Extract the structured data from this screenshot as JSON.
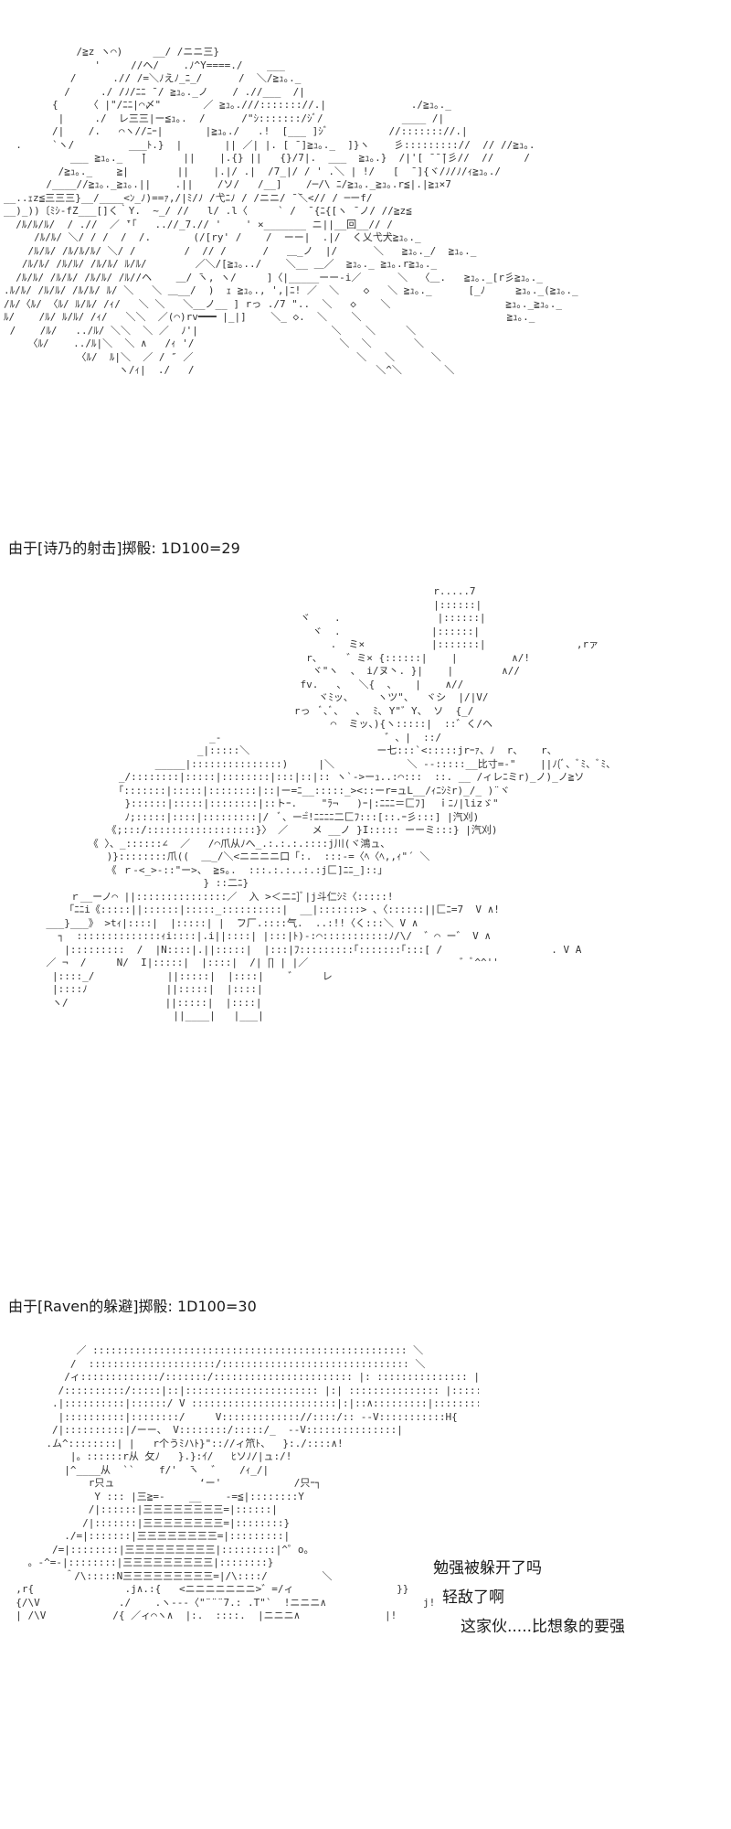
{
  "art": {
    "block1": "            /≧z ヽ⌒)     __/ /ニニ三}\n               '     //ヘ/    .ﾉ^Y====./    ___\n           /      .// /=＼ﾉえﾉ_ﾆ_/      /  ＼/≧ｭ｡._\n          /     ./ /ﾉ/ﾆﾆ ̄ / ≧ｭ｡._ノ    / .//___  /|\n        {     〈 |\"/ﾆﾆ|⌒〆\"       ／ ≧ｭ｡.///::::::://.|              ./≧ｭ｡._\n         |     ./  レ三三|ー≦ｭ｡.  /      /\"ｼ:::::::/ｼﾞ/             ____ /|\n        /|    /.   ⌒ヽ//ﾆｰ|       |≧ｭ｡./   .!  [___ ]ｼﾞ          //::::::://.|\n  .     `ヽ/         ___ﾄ.}  |       || ／| |. [ ̄ ]≧ｭ｡._  ]}ヽ    彡::::::::://  // //≧ｭ｡.\n           ___ ≧ｭ｡._   ̄|      ||    |.{} ||   {}/7|.  ___  ≧ｭ｡.}  /|'[ ̄ ̄ ̄|彡//  //     /\n         /≧ｭ｡._    ≧|        ||    |.|/ .|  /7_|/ / ' .＼ | !/   [  ̄ ]{ヾ/ﾉ/ﾉ/ｨ≧ｭ｡./\n       /____//≧ｭ｡._≧ｭ｡.||    .||    /ソ/   /__]    /─/\\ ﾆ/≧ｭ｡._≧ｭ｡.r≦|.|≧ｭ×7\n__..ｪz≦三三三}__/____<ﾝ_ﾉ)==ｧ,/|ﾐ/ﾉ /弋ﾆﾉ / /ニニ/ ̄ ̄＼<// / ─ーf/\n__)_))〔ﾐｼ-fZ___[]く｀Y.  ~_/ //   l/ .l〈     ` /  ̄ {ﾆ{[ヽ ̄ ノ/ //≧z≦\n  /ﾙ/ﾙ/ﾙ/  / .//  ／ ̄'｢   ..//_7.// '    ' ×_______ ニ||__回__// /\n     /ﾙ/ﾙ/ ＼/ / /  /  /.       (/[ry' /    /  ーー|  .|/  く乂弋犬≧ｭ｡._\n    /ﾙ/ﾙ/ /ﾙ/ﾙ/ﾙ/ ＼/ /        /  // /      /   ＿_ノ  |/      ＼   ≧ｭ｡._/  ≧ｭ｡._\n   /ﾙ/ﾙ/ /ﾙ/ﾙ/ /ﾙ/ﾙ/ ﾙ/ﾙ/        ／＼/[≧ｭ｡../    ＼__ ＿／  ≧ｭ｡._ ≧ｭ｡.r≧ｭ｡._\n  /ﾙ/ﾙ/ /ﾙ/ﾙ/ /ﾙ/ﾙ/ /ﾙ//ヘ    ＿/ ̄ヽ, ヽ/     ]〈|_____ーー-i／      ＼  〈＿.   ≧ｭ｡._[r彡≧ｭ｡._\n.ﾙ/ﾙ/ /ﾙ/ﾙ/ /ﾙ/ﾙ/ ﾙ/ ＼   ＼ ＿__/  )  ｪ ≧ｭ｡., ',|ﾆ! ／  ＼    ◇   ＼ ≧ｭ｡._      [_ﾉ     ≧ｭ｡._(≧ｭ｡._\n/ﾙ/〈ﾙ/ 〈ﾙ/ ﾙ/ﾙ/ /ｨ/   ＼ ＼   ＼__ノ__ ] rっ ./7 \"..  ＼   ◇    ＼                   ≧ｭ｡._≧ｭ｡._\nﾙ/    /ﾙ/ ﾙ/ﾙ/ /ｨ/   ＼＼  ／(⌒)rv━━━ |_|]    ＼_ ◇.  ＼    ＼                        ≧ｭ｡._\n /    /ﾙ/   ../ﾙ/ ＼＼  ＼ ／  ﾉ'|                      ＼    ＼     ＼\n    〈ﾙ/    ../ﾙ|＼  ＼ ∧   /ｨ '/                        ＼  ＼       ＼\n            〈ﾙ/  ﾙ|＼  ／ / ″ ／                           ＼   ＼      ＼\n                   ヽ/ｨ|  ./   /                              ＼^＼       ＼",
    "block2": "                                                                       r.....7\n                                                                       |::::::|\n                                                 ヾ    .                |::::::|\n                                                   ヾ  .               |::::::|\n                                                      .  ミ×           |:::::::|               ,rァ\n                                                  r、    ゛ミ× {::::::|    |         ∧/!\n                                                   ヾ\"ヽ  、 i/ヌ丶. }|    |        ∧//\n                                                 fv.   、  ＼{  、   |    ∧//\n                                                    ヾﾐッ、    ヽツ\"、  ヾシ  |/|V/\n                                                rっ  ﾞ､ﾞ、  ､  ﾐ､ Y\"゛Y、 ソ  {_/\n                                                      ⌒  ミッ、){ヽ:::::|  ::゛く/ヘ\n                                  _-                           ゛、|  ::/\n                                _|:::::＼                     ー七:::`<:::::jrｰｧ、ﾉ  r、   r、\n                         _____|:::::::::::::::)     |＼            ＼ ‐-:::::__比寸=-\"    ||ﾉ(ﾞ、ﾞﾐ、ﾞﾐ、\n                   _/::::::::|:::::|::::::::|:::|::|:: ヽ`‐>ーｭ..:⌒:::  ::. __ /ィレﾆミr)_ノ)_ノ≧ソ\n                   ｢:::::::|:::::|::::::::|::|ー=ﾆ__:::::_><::ーr=ュL__/ｨﾆｼﾐr)_/_ )¨ヾ\n                    }::::::|:::::|::::::::|::トｰ.    \"ﾗ¬   )ｰ|:ﾆﾆﾆ＝匚ﾌ]  ｉﾆﾉ|lizゞ\"\n                    ﾉ;:::::|::::|:::::::::|/  ﾞ、ー=゙!ﾆﾆﾆﾆ二匚ﾌ:::[::.ｰ彡:::] |汽刈)\n                 《;:::/::::::::::::::::::}〉 ／    メ __ノ }I::::: ーーミ:::} |汽刈)\n              《 〉、_::::::∠  ／   /⌒爪从ﾉへ_.:.:.:.::::j川(ヾ鴻ュ、\n                 )}::::::::爪((  ＿_/＼<ニニニニ口「:.  :::-=〈ﾍ〈ﾍ,,ｨ\"´ ＼\n                 《 ｒ-<_>-::\"ー>、 ≧s｡.  :::.:.:..:.:j匚]ﾆﾆ_]::」\n                                 } ::二ﾆ}\n           ｒ__ーノ⌒ ||:::::::::::::::／  入 >＜ニﾆ]ﾞ|j斗仁ｼﾐ〈:::::!\n          「ﾆﾆi《:::::||::::::|:::::_::::::::::|  __|:::::::> 、〈::::::||匚ﾆ=7  V ∧!\n       ___}___》 >tｨ|::::|  |:::::| |  ̄フ厂.::::气.  ..:!!〈く:::＼ V ∧\n         ┐  ::::::::::::::ｨi::::|.i||::::| |:::|ﾄ)-:⌒:::::::::::ﾉ/\\/  ゛⌒ ー゛ V ∧\n          |:::::::::  /  |N::::|.||:::::|  |:::|ﾌ:::::::::｢:::::::｢:::[ /                  . V A\n       ／ ¬  /     N/  I|:::::|  |::::|  /| ∏ | |／                         ゛ﾞ^^''\n        |::::_/            ||:::::|  |::::|    ゛    レ\n        |::::ﾉ             ||:::::|  |::::|\n        ヽ/                ||:::::|  |::::|\n                            ||____|   |___|",
    "block3": "            ／ :::::::::::::::::::::::::::::::::::::::::::::::::::: ＼\n           /  :::::::::::::::::::::/::::::::::::::::::::::::::::::: ＼\n          /ィ:::::::::::::/:::::::/::::::::::::::::::::::: |: ::::::::::::::: |::::::::: ＼\n         /::::::::::/:::::|::|:::::::::::::::::::::: |:| ::::::::::::::: |:::::::::: 〈\n        .|::::::::::|::::::/ V ::::::::::::::::::::::::|:|::∧:::::::::|::::::::::: |\n         |::::::::::|::::::::/     V::::::::::::://::::/:: --V:::::::::::H{\n        /|::::::::::|/ーー、 V::::::::/:::::/_  --V:::::::::::::::|\n       .ム^::::::::| |   r个うﾐハﾄ}\":://ィ笊ﾄ、  }:./::::∧!\n           |。::::::r从 攵ﾉ   }.}:ｲ/   ﾋソﾉ/|ュ:/!\n          |^____从  ``    f/'  ̄ヽ  ゛   /ｨ_/|\n              r只ュ              ‘ー'            /只ｰ┐\n               Y ::: |三≧=-    __    -=≦|::::::::Y\n              /|::::::|三三三三三三三三=|::::::|\n             /|:::::::|三三三三三三三三=|::::::::}\n          ./=|:::::::|三三三三三三三三=|:::::::::|\n        /=|::::::::|三三三三三三三三三|:::::::::|^゜o。\n    。-^=-|::::::::|三三三三三三三三三|::::::::}\n          ＾/\\:::::N三三三三三三三三三=|/\\::::/         ＼\n  ,r{               .j∧.:{   <ニニニニニニニ>゛=/ィ                 }}\n  {/\\V             ./    .ヽ-‐-〈\"¨¨¨7.: .T\"`  !ニニニ∧                j!\n  | /\\V           /{ ／ィ⌒ヽ∧  |:.  ::::.  |ニニニ∧              |!"
  },
  "rolls": {
    "roll1": "由于[诗乃的射击]掷骰: 1D100=29",
    "roll2": "由于[Raven的躲避]掷骰: 1D100=30"
  },
  "speech": {
    "line1": "勉强被躲开了吗",
    "line2": "轻敌了啊",
    "line3": "这家伙.....比想象的要强"
  }
}
